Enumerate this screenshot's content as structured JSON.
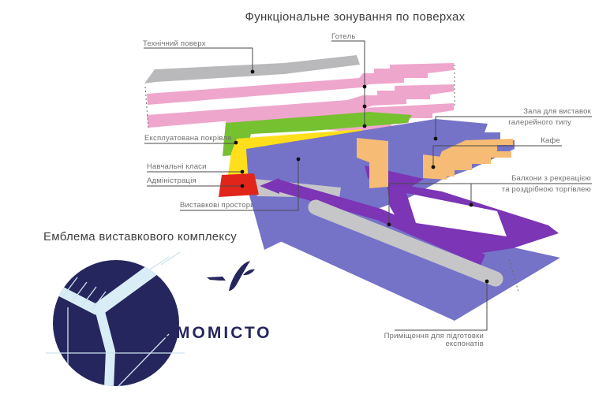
{
  "title": "Функціональне зонування по поверхах",
  "labels": {
    "technical_floor": "Технічний поверх",
    "hotel": "Готель",
    "exhibition_hall_line1": "Зала для виставок",
    "exhibition_hall_line2": "галерейного типу",
    "cafe": "Кафе",
    "exploited_roof": "Експлуатована покрівля",
    "classrooms": "Навчальні класи",
    "administration": "Адміністрація",
    "exhibition_spaces": "Виставкові простори",
    "balconies_line1": "Балкони з рекреацією",
    "balconies_line2": "та роздрібною торгівлею",
    "prep_rooms_line1": "Приміщення для підготовки",
    "prep_rooms_line2": "експонатів"
  },
  "emblem": {
    "heading": "Емблема виставкового комплексу",
    "logo_text": "КОСМОМІСТО"
  },
  "colors": {
    "technical_gray": "#b9b9bc",
    "hotel_pink": "#efa6cd",
    "roof_green": "#76c130",
    "classrooms_yellow": "#ffdf1b",
    "admin_red": "#e2251b",
    "exhibition_slate": "#7573c8",
    "balcony_purple": "#7b35b5",
    "cafe_orange": "#f6bb74",
    "stripe_gray": "#c6c6c9",
    "leader_line": "#4a4a4a",
    "dot_black": "#111111",
    "dotted_gray": "#6a6a6a",
    "emblem_navy": "#26265e",
    "emblem_lightblue": "#d9edf6",
    "emblem_thinline": "#cde3ee"
  }
}
